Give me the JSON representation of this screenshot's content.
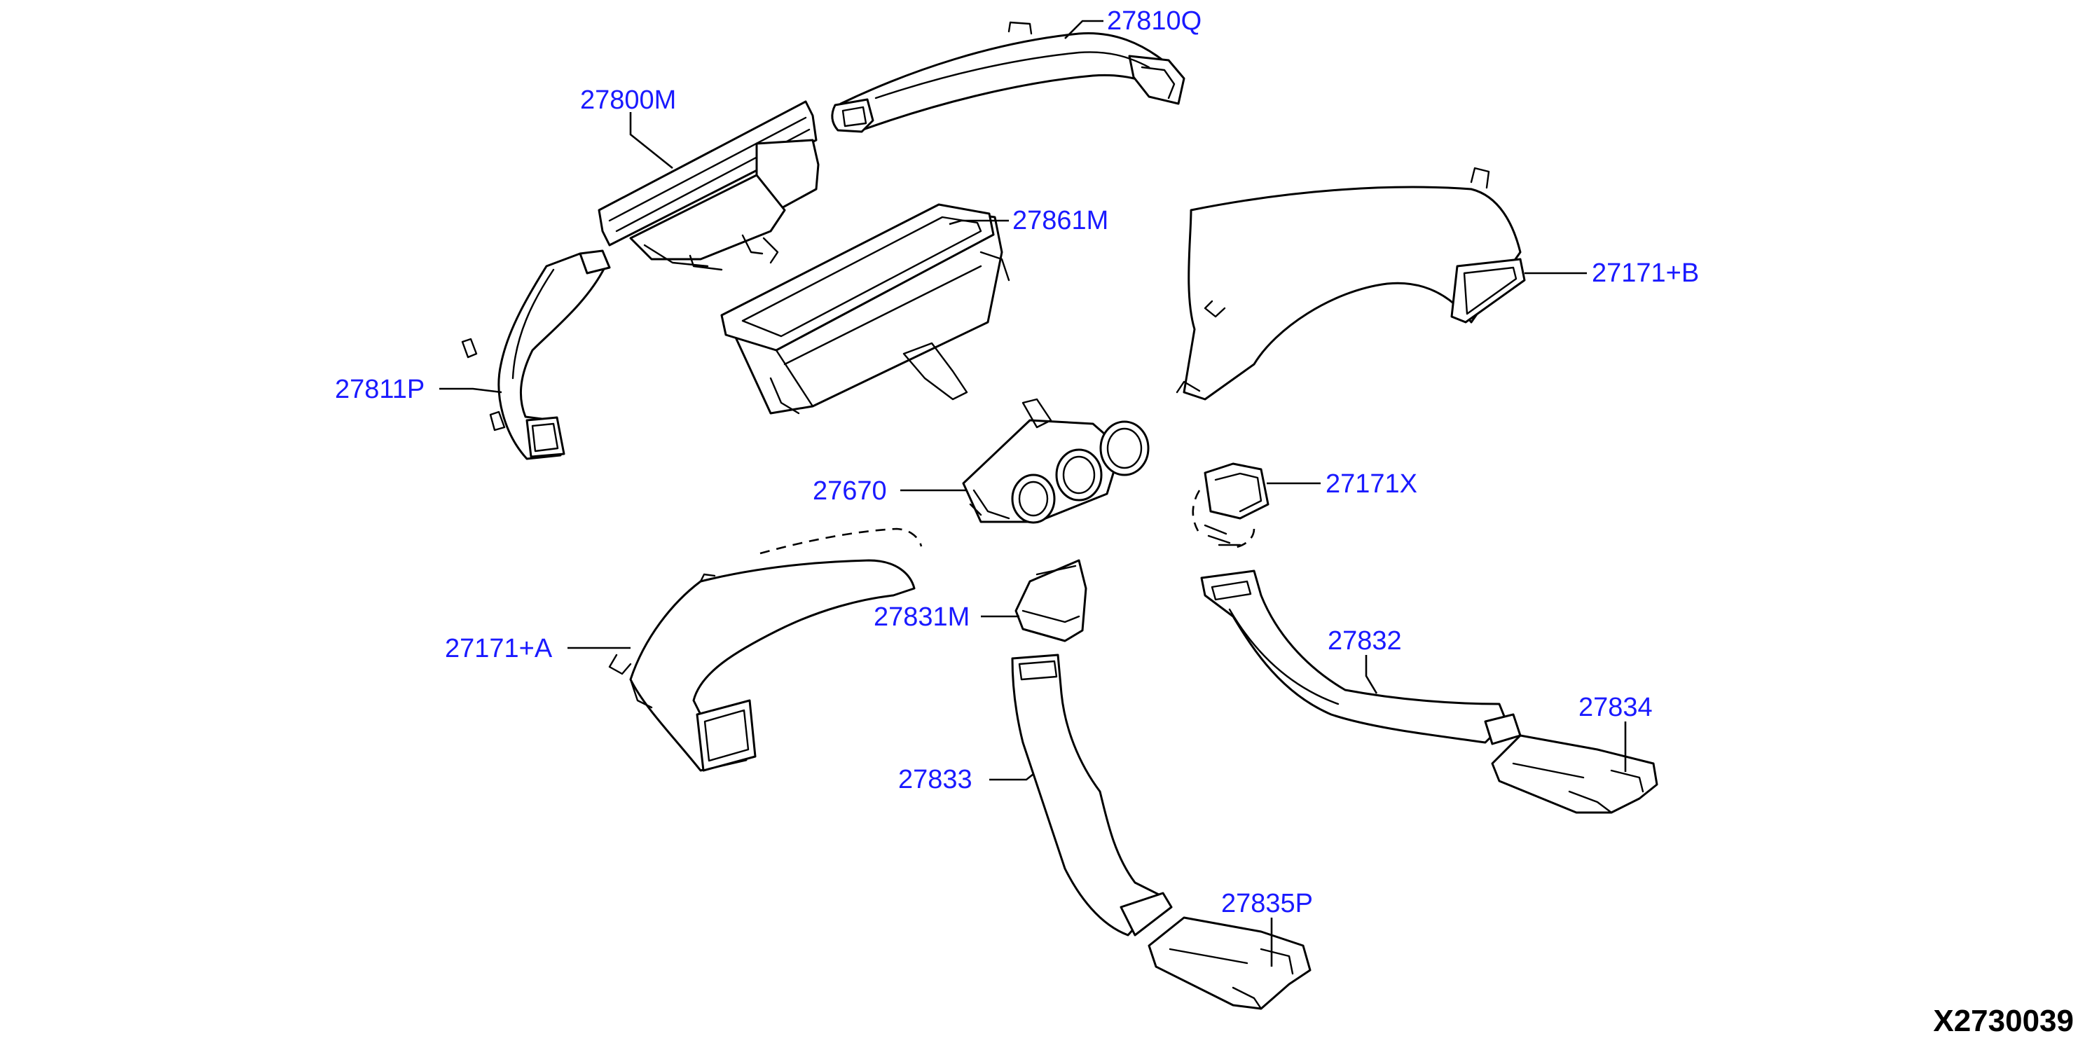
{
  "diagram": {
    "reference_code": "X2730039",
    "colors": {
      "label": "#1a1aff",
      "line": "#000000",
      "background": "#ffffff"
    },
    "parts": [
      {
        "id": "p27810Q",
        "number": "27810Q"
      },
      {
        "id": "p27800M",
        "number": "27800M"
      },
      {
        "id": "p27861M",
        "number": "27861M"
      },
      {
        "id": "p27171B",
        "number": "27171+B"
      },
      {
        "id": "p27811P",
        "number": "27811P"
      },
      {
        "id": "p27670",
        "number": "27670"
      },
      {
        "id": "p27171X",
        "number": "27171X"
      },
      {
        "id": "p27831M",
        "number": "27831M"
      },
      {
        "id": "p27171A",
        "number": "27171+A"
      },
      {
        "id": "p27832",
        "number": "27832"
      },
      {
        "id": "p27834",
        "number": "27834"
      },
      {
        "id": "p27833",
        "number": "27833"
      },
      {
        "id": "p27835P",
        "number": "27835P"
      }
    ]
  }
}
